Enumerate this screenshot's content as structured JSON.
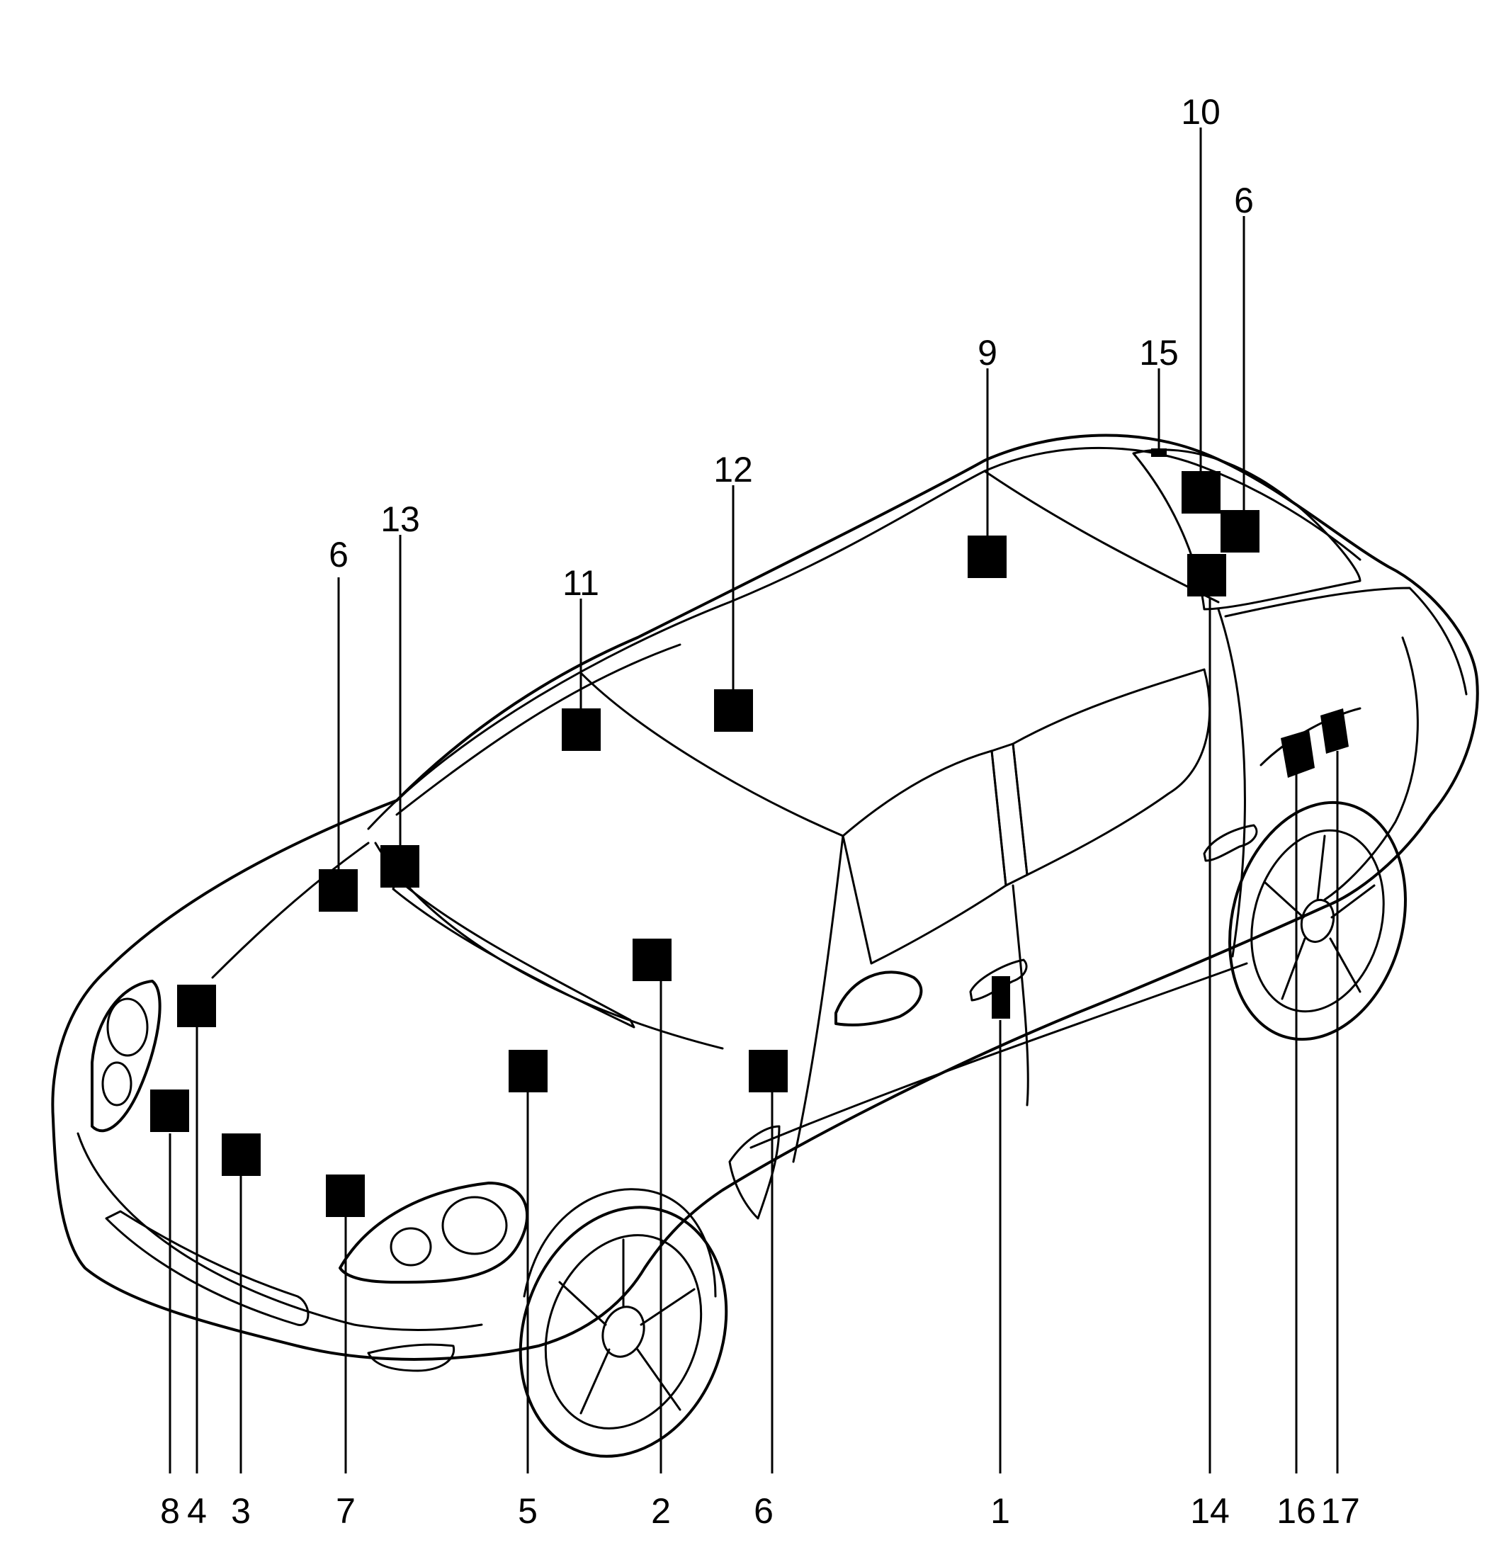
{
  "callouts": [
    {
      "id": "c1",
      "label": "1"
    },
    {
      "id": "c2",
      "label": "2"
    },
    {
      "id": "c3",
      "label": "3"
    },
    {
      "id": "c4",
      "label": "4"
    },
    {
      "id": "c5",
      "label": "5"
    },
    {
      "id": "c6a",
      "label": "6"
    },
    {
      "id": "c6b",
      "label": "6"
    },
    {
      "id": "c6c",
      "label": "6"
    },
    {
      "id": "c7",
      "label": "7"
    },
    {
      "id": "c8",
      "label": "8"
    },
    {
      "id": "c9",
      "label": "9"
    },
    {
      "id": "c10",
      "label": "10"
    },
    {
      "id": "c11",
      "label": "11"
    },
    {
      "id": "c12",
      "label": "12"
    },
    {
      "id": "c13",
      "label": "13"
    },
    {
      "id": "c14",
      "label": "14"
    },
    {
      "id": "c15",
      "label": "15"
    },
    {
      "id": "c16",
      "label": "16"
    },
    {
      "id": "c17",
      "label": "17"
    }
  ],
  "colors": {
    "line": "#000000",
    "marker": "#000000",
    "background": "#ffffff"
  }
}
